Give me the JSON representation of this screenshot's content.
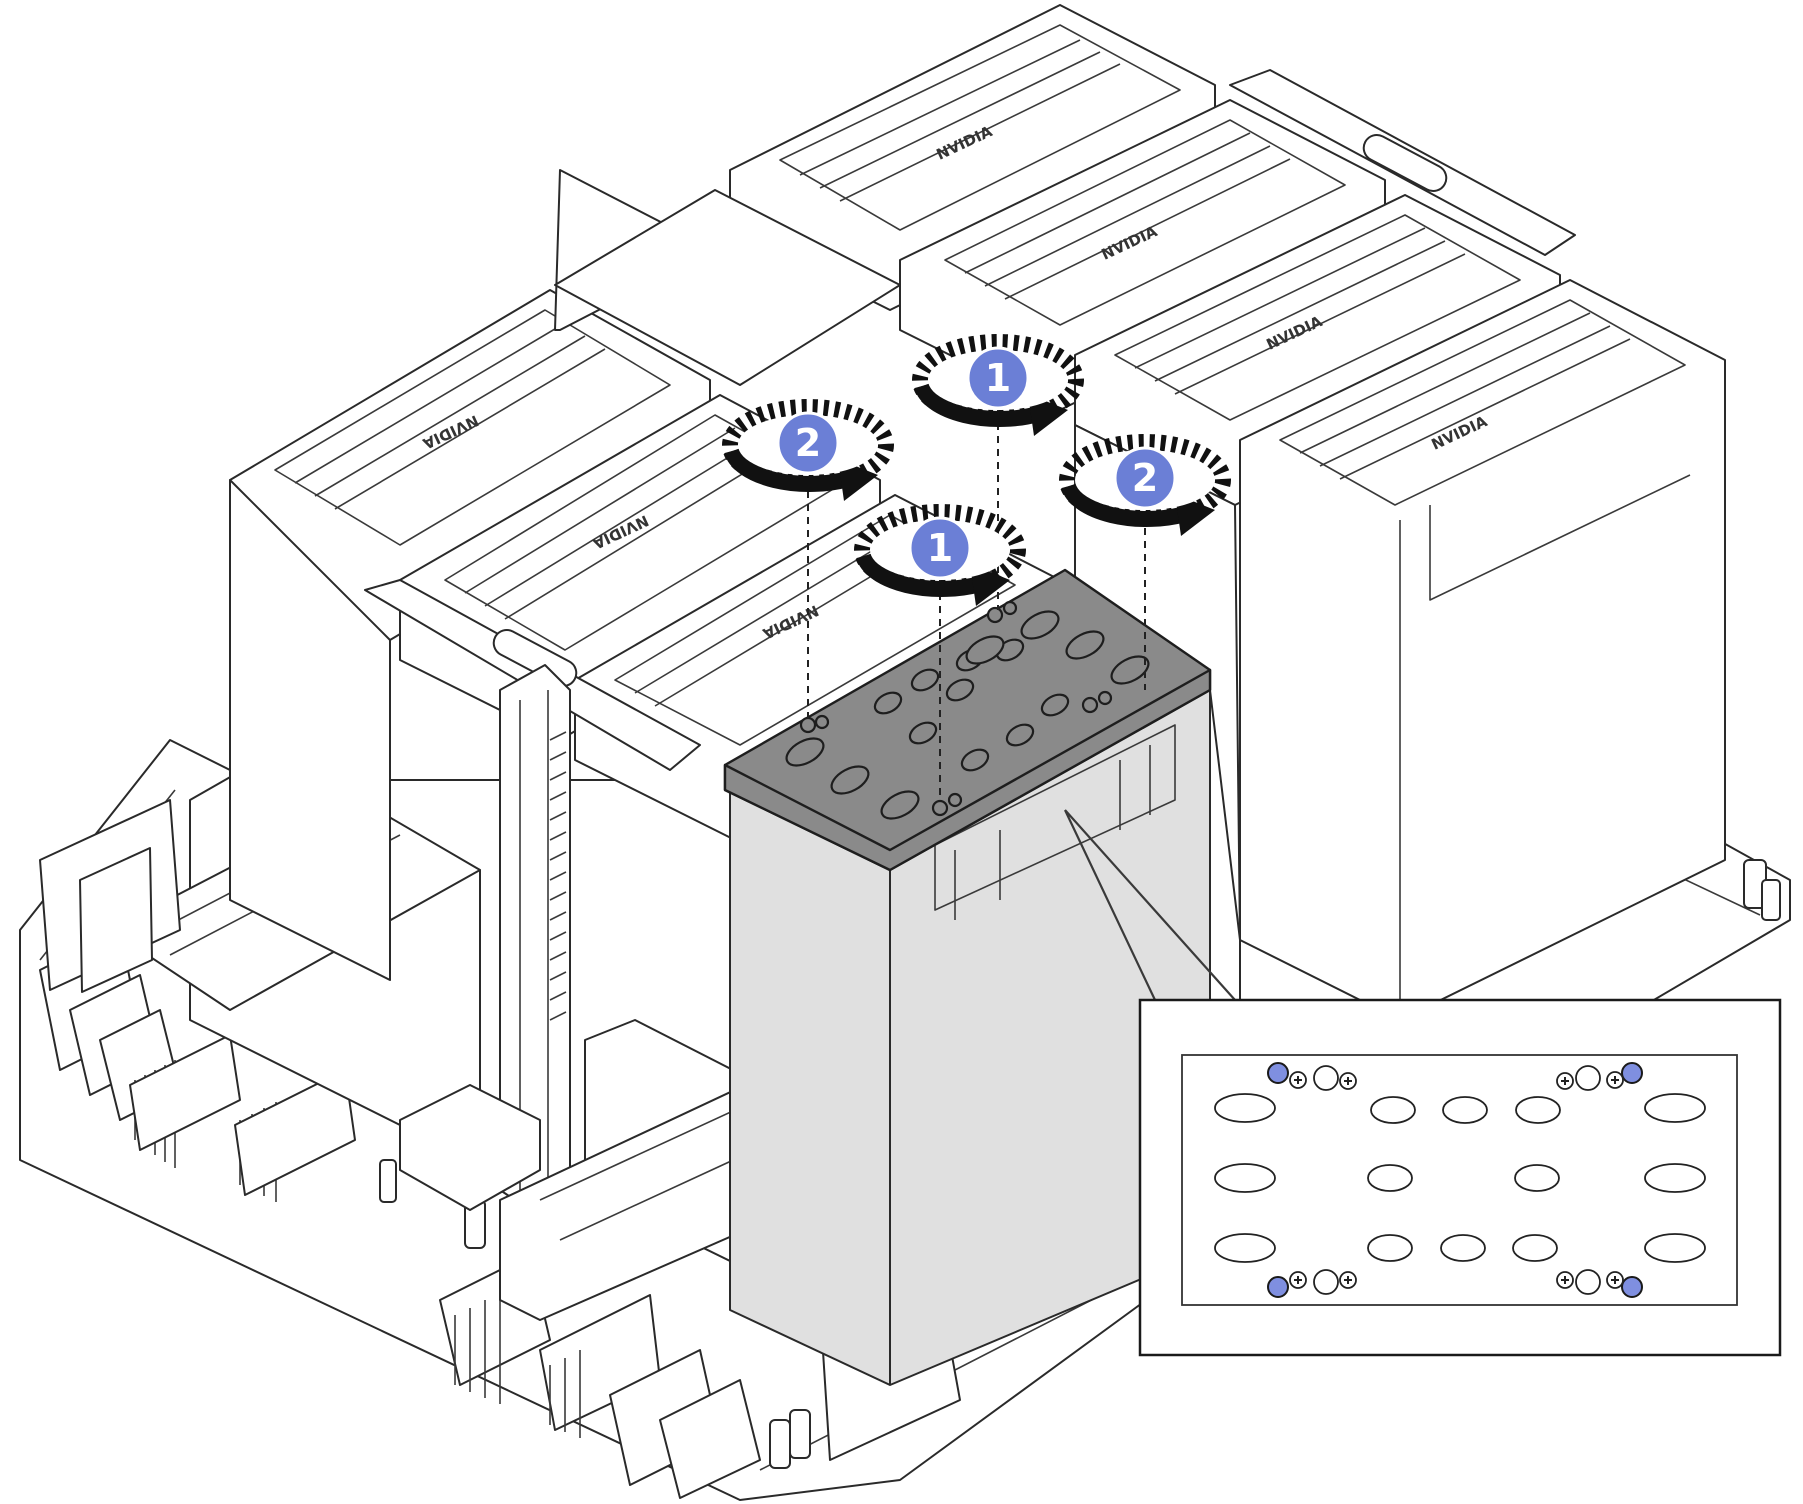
{
  "brand_label": "NVIDIA",
  "step_badges": [
    {
      "number": "1",
      "action": "loosen-screw",
      "icon": "rotate-counterclockwise-icon"
    },
    {
      "number": "1",
      "action": "loosen-screw",
      "icon": "rotate-counterclockwise-icon"
    },
    {
      "number": "2",
      "action": "loosen-screw",
      "icon": "rotate-counterclockwise-icon"
    },
    {
      "number": "2",
      "action": "loosen-screw",
      "icon": "rotate-counterclockwise-icon"
    }
  ],
  "colors": {
    "badge_fill": "#6b7fd6",
    "highlighted_screw": "#7f8fe0",
    "removed_part": "#8a8a8a",
    "removed_module_body": "#e0e0e0",
    "line": "#2a2a2a"
  },
  "inset": {
    "highlighted_screw_count": 4,
    "screw_positions": [
      "top-left",
      "top-right",
      "bottom-left",
      "bottom-right"
    ]
  }
}
